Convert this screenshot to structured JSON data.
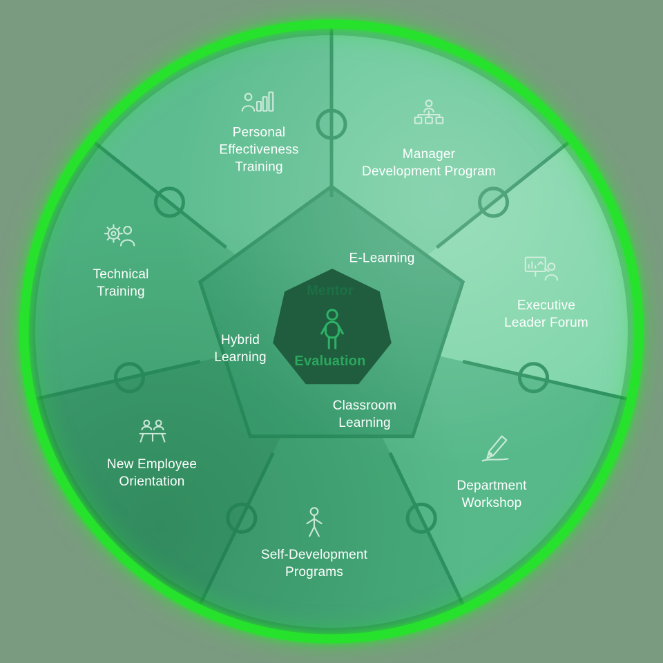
{
  "wheel": {
    "title": "Training and development program wheel",
    "colors": {
      "background": "#7b9b80",
      "outer_ring": "#27e22c",
      "divider": "#2c9160",
      "center_fill": "#1f5d3e",
      "mentor_text": "#1c6f47",
      "evaluation_text": "#2ca75e",
      "label_text": "#ffffff"
    },
    "center": {
      "icon": "person-icon",
      "top_label": "Mentor",
      "bottom_label": "Evaluation"
    },
    "inner_segments": [
      {
        "label": "E-Learning"
      },
      {
        "label": "Hybrid\nLearning"
      },
      {
        "label": "Classroom\nLearning"
      }
    ],
    "sectors": [
      {
        "label": "Personal\nEffectiveness\nTraining",
        "icon": "person-bar-chart-icon",
        "fill": "#5dbd90"
      },
      {
        "label": "Manager\nDevelopment Program",
        "icon": "org-chart-icon",
        "fill": "#69c89a"
      },
      {
        "label": "Executive\nLeader Forum",
        "icon": "presentation-icon",
        "fill": "#7fd5a9"
      },
      {
        "label": "Department\nWorkshop",
        "icon": "pen-icon",
        "fill": "#57b98a"
      },
      {
        "label": "Self-Development\nPrograms",
        "icon": "growth-person-icon",
        "fill": "#47aa7a"
      },
      {
        "label": "New Employee\nOrientation",
        "icon": "meeting-icon",
        "fill": "#3fa070"
      },
      {
        "label": "Technical\nTraining",
        "icon": "gear-person-icon",
        "fill": "#4db07f"
      }
    ]
  }
}
